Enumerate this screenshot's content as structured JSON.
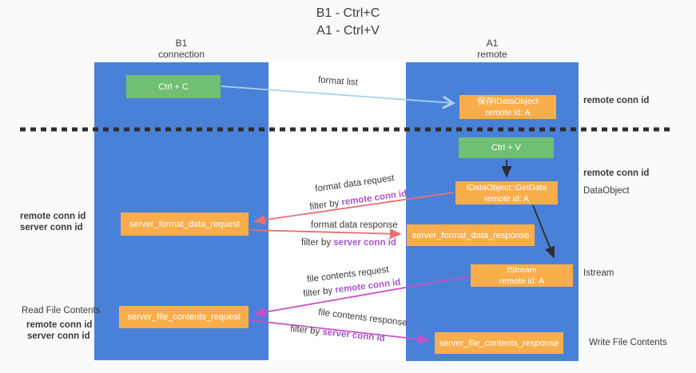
{
  "title": {
    "line1": "B1 - Ctrl+C",
    "line2": "A1 - Ctrl+V"
  },
  "lanes": {
    "left": {
      "name": "B1",
      "subtitle": "connection"
    },
    "right": {
      "name": "A1",
      "subtitle": "remote"
    }
  },
  "nodes": {
    "ctrl_c": "Ctrl + C",
    "save_idataobject": {
      "line1": "保存IDataObject",
      "line2": "remote id: A"
    },
    "ctrl_v": "Ctrl + V",
    "getdata": {
      "line1": "IDataObject::GetData",
      "line2": "remote id: A"
    },
    "format_request": "server_format_data_request",
    "format_response": "server_format_data_response",
    "istream": {
      "line1": "IStream",
      "line2": "remote id: A"
    },
    "file_request": "server_file_contents_request",
    "file_response": "server_file_contents_response"
  },
  "edge_labels": {
    "format_list": "format list",
    "format_data_request": "format data request",
    "format_data_response": "format data response",
    "file_contents_request": "file contents request",
    "file_contents_response": "file contents response",
    "filter_by": "filter by",
    "remote_conn_id": "remote conn id",
    "server_conn_id": "server conn id"
  },
  "side_labels": {
    "right_remote_conn_id_top": "remote conn id",
    "right_remote_conn_id_mid": "remote conn id",
    "dataobject": "DataObject",
    "istream": "Istream",
    "write_file_contents": "Write File Contents",
    "left_remote_conn_id_mid": "remote conn id",
    "left_server_conn_id_mid": "server conn id",
    "read_file_contents": "Read File Contents",
    "left_remote_conn_id_bottom": "remote conn id",
    "left_server_conn_id_bottom": "server conn id"
  },
  "colors": {
    "background": "#fafafa",
    "lane_blue": "#4a81d8",
    "node_green": "#70bf72",
    "node_orange": "#f9ae4b",
    "arrow_light_blue": "#a8d2ee",
    "arrow_red": "#e87070",
    "arrow_magenta": "#c94fc4",
    "arrow_black": "#2d2d2d",
    "text_purple": "#a855cd",
    "text_green": "#64c06c",
    "dashed_separator": "#2e2e2e"
  }
}
